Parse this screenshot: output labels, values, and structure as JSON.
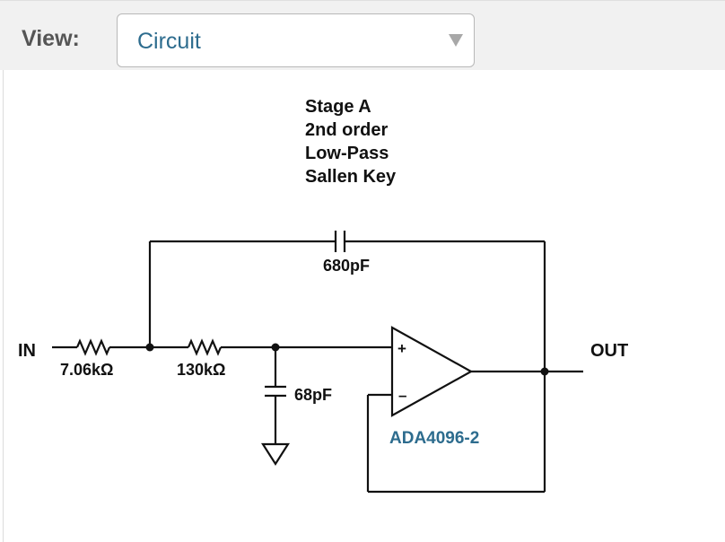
{
  "view_selector": {
    "label": "View:",
    "selected": "Circuit"
  },
  "circuit": {
    "stage_title": [
      "Stage A",
      "2nd order",
      "Low-Pass",
      "Sallen Key"
    ],
    "input_label": "IN",
    "output_label": "OUT",
    "r1_value": "7.06kΩ",
    "r2_value": "130kΩ",
    "c_feedback_value": "680pF",
    "c_ground_value": "68pF",
    "opamp_part": "ADA4096-2",
    "opamp_plus": "+",
    "opamp_minus": "–"
  },
  "colors": {
    "wire": "#111111",
    "part_number": "#2d6c8e",
    "select_text": "#2d6c8e",
    "label_gray": "#555555"
  }
}
